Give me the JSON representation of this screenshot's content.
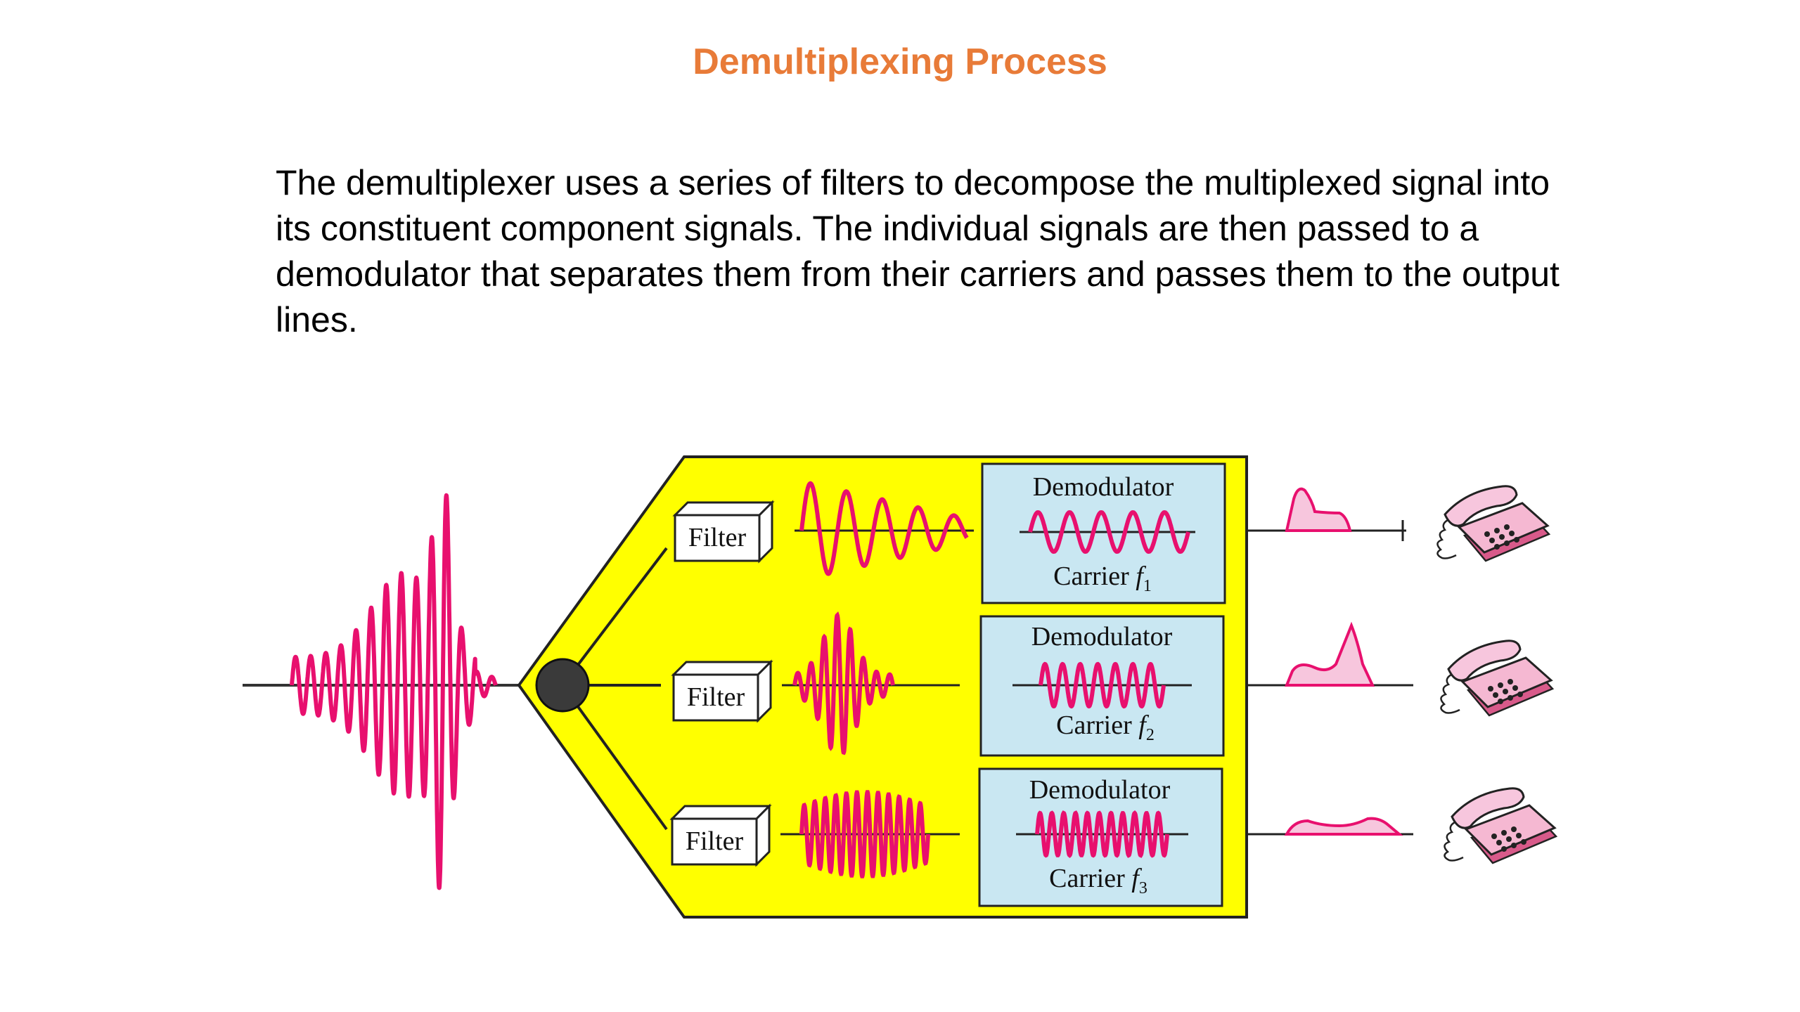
{
  "title": "Demultiplexing Process",
  "description": "The demultiplexer uses a series of filters to decompose the multiplexed signal into its constituent component signals. The individual signals are then passed to a demodulator that separates them from their carriers and passes them to the output lines.",
  "diagram": {
    "filter_label": "Filter",
    "demodulator_label": "Demodulator",
    "carrier_label": "Carrier",
    "carriers": [
      {
        "symbol": "f",
        "subscript": "1"
      },
      {
        "symbol": "f",
        "subscript": "2"
      },
      {
        "symbol": "f",
        "subscript": "3"
      }
    ],
    "colors": {
      "signal": "#e8106e",
      "box_fill": "#ffff00",
      "demod_fill": "#c9e7f2",
      "output_fill": "#f7c6dd",
      "hub": "#3a3a3a"
    },
    "icons": [
      "telephone-icon",
      "telephone-icon",
      "telephone-icon"
    ]
  }
}
